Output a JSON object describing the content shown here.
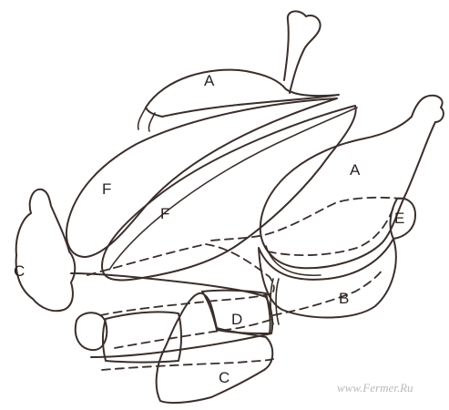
{
  "labels": {
    "a_top": "A",
    "a_right": "A",
    "f_left": "F",
    "f_center": "F",
    "c_left": "C",
    "c_bottom": "C",
    "d": "D",
    "b": "B",
    "e": "E"
  },
  "watermark": "www.Fermer.Ru"
}
